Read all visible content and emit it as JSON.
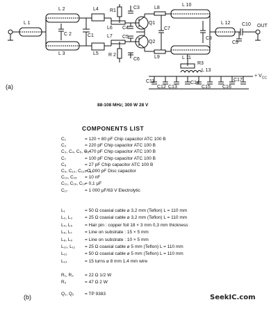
{
  "figure_labels": {
    "a": "(a)",
    "b": "(b)"
  },
  "caption": "88-108 MHz; 300 W 28 V",
  "schematic_labels": {
    "L1": "L 1",
    "L2": "L 2",
    "L3": "L 3",
    "L4": "L4",
    "L5": "L5",
    "L6": "L6",
    "L7": "L7",
    "L8": "L8",
    "L9": "L9",
    "L10": "L 10",
    "L11": "L 11",
    "L12": "L 12",
    "L13": "L 13",
    "C1": "C1",
    "C2": "C 2",
    "C3": "C3",
    "C4": "C4",
    "C5": "C5",
    "C6": "C6",
    "C7": "C7",
    "C8": "C8",
    "C9": "C9",
    "C10": "C10",
    "C11": "C11",
    "C12": "C12",
    "C13": "C13",
    "C14": "C14",
    "C15": "C15",
    "C16": "C16",
    "C17": "C17",
    "R1": "R1",
    "R2": "R 2",
    "R3": "R3",
    "Q1": "Q1",
    "Q2": "Q2",
    "out": "OUT",
    "vcc": "+ V",
    "vcc_sub": "CC"
  },
  "components_list": {
    "title": "COMPONENTS LIST",
    "capacitors": [
      {
        "ref": "C₁",
        "value": "= 120 + 80 pF Chip capacitor ATC 100 B"
      },
      {
        "ref": "C₂",
        "value": "= 220 pF Chip capacitor ATC 100 B"
      },
      {
        "ref": "C₃, C₄, C₅, C₆",
        "value": "= 470 pF Chip capacitor ATC 100 B"
      },
      {
        "ref": "C₇",
        "value": "= 100 pF Chip capacitor ATC 100 B"
      },
      {
        "ref": "C₈",
        "value": "= 27 pF Chip capacitor ATC 100 B"
      },
      {
        "ref": "C₉, C₁₀, C₁₂, C₁₄",
        "value": "= 1 000 pF Disc capacitor"
      },
      {
        "ref": "C₁₃, C₁₅",
        "value": "= 10 nF"
      },
      {
        "ref": "C₁₁, C₁₆, C₁₄",
        "value": "= 0,1 µF"
      },
      {
        "ref": "C₁₇",
        "value": "= 1 000 µF/63 V Electrolytic"
      }
    ],
    "inductors": [
      {
        "ref": "L₁",
        "value": "= 50 Ω coaxial cable ⌀ 3,2 mm (Teflon) L = 110 mm"
      },
      {
        "ref": "L₂, L₃",
        "value": "= 25 Ω coaxial cable ⌀ 3,2 mm (Teflon) L = 110 mm"
      },
      {
        "ref": "L₄, L₅",
        "value": "= Hair pin : copper foil 18 × 3 mm 0,3 mm thickness"
      },
      {
        "ref": "L₆, L₇",
        "value": "= Line on substrate : 15 × 5 mm"
      },
      {
        "ref": "L₈, L₉",
        "value": "= Line on substrate : 10 × 5 mm"
      },
      {
        "ref": "L₁₀, L₁₁",
        "value": "= 25 Ω coaxial cable ⌀ 5 mm (Teflon) L = 110 mm"
      },
      {
        "ref": "L₁₂",
        "value": "= 50 Ω coaxial cable ⌀ 5 mm (Teflon) L = 110 mm"
      },
      {
        "ref": "L₁₃",
        "value": "= 15 turns ⌀ 8 mm 1,4 mm wire"
      }
    ],
    "resistors": [
      {
        "ref": "R₁, R₂",
        "value": "= 22 Ω 1/2 W"
      },
      {
        "ref": "R₃",
        "value": "= 47 Ω 2 W"
      }
    ],
    "transistors": [
      {
        "ref": "Q₁, Q₂",
        "value": "= TP 9383"
      }
    ]
  },
  "watermark": "SeekIC.com"
}
